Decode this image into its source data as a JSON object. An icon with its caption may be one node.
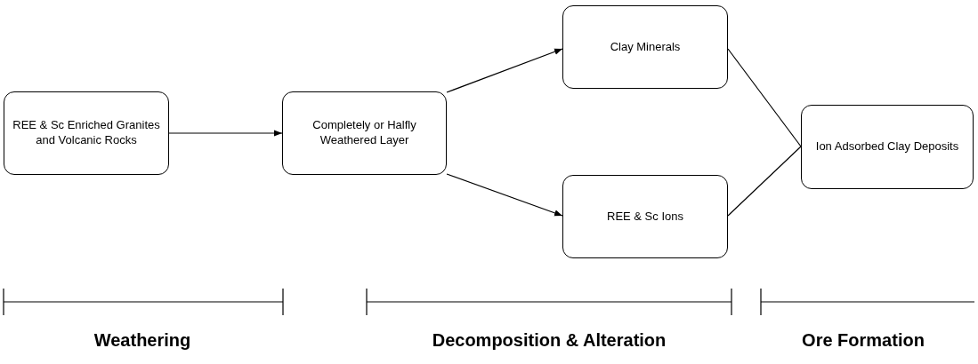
{
  "diagram": {
    "nodes": [
      {
        "text": [
          "REE & Sc Enriched Granites and Volcanic Rocks"
        ]
      },
      {
        "text": [
          "Completely or Halfly Weathered Layer"
        ]
      },
      {
        "text": [
          "Clay Minerals"
        ]
      },
      {
        "text": [
          "REE & Sc Ions"
        ]
      },
      {
        "text": [
          "Ion Adsorbed Clay Deposits"
        ]
      }
    ],
    "edges": [
      {
        "from": 0,
        "to": 1,
        "arrow": "to"
      },
      {
        "from": 1,
        "to": 2,
        "arrow": "to"
      },
      {
        "from": 1,
        "to": 3,
        "arrow": "to"
      },
      {
        "from": 2,
        "to": 4,
        "arrow": "none"
      },
      {
        "from": 3,
        "to": 4,
        "arrow": "none"
      }
    ],
    "labels": [
      "Weathering",
      "Decomposition & Alteration",
      "Ore Formation"
    ]
  }
}
